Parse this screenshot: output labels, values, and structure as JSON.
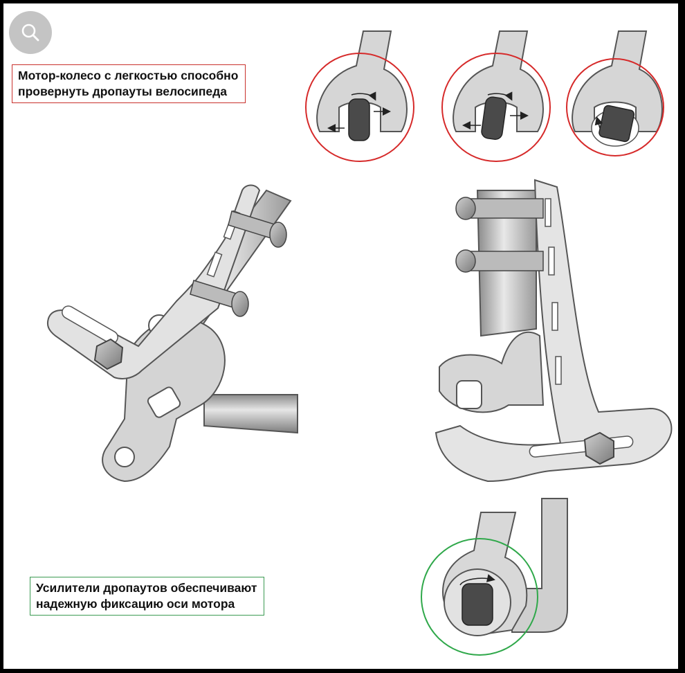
{
  "search_button": {
    "icon": "search-icon"
  },
  "captions": {
    "top": {
      "line1": "Мотор-колесо с легкостью способно",
      "line2": "провернуть дропауты велосипеда",
      "border_color": "#c9302c"
    },
    "bottom": {
      "line1": "Усилители дропаутов обеспечивают",
      "line2": "надежную фиксацию оси мотора",
      "border_color": "#3b9a52"
    }
  },
  "illustrations": {
    "wrench_sequence": [
      "dropout-rotation-step-1",
      "dropout-rotation-step-2",
      "dropout-rotation-step-3"
    ],
    "reinforcement_left": "torque-arm-on-rear-dropout",
    "reinforcement_right": "torque-arm-on-seat-stay",
    "reinforced_detail": "reinforced-dropout-detail",
    "colors": {
      "metal": "#d9d9d9",
      "outline": "#555555",
      "axle": "#4a4a4a",
      "red_highlight": "#d62a2a",
      "green_highlight": "#2fa84a"
    }
  }
}
